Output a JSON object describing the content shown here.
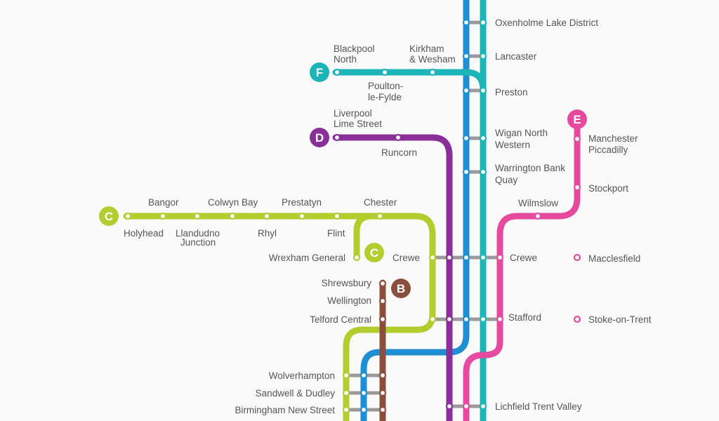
{
  "colors": {
    "blue": "#1f8fd4",
    "teal": "#1cb4b6",
    "lime": "#b3cc2e",
    "purple": "#8a2e9a",
    "pink": "#e64a9e",
    "brown": "#8a4f3a",
    "connector": "#9a9a9a"
  },
  "badges": {
    "f": "F",
    "d": "D",
    "c1": "C",
    "c2": "C",
    "b": "B",
    "e": "E"
  },
  "stations": {
    "oxenholme": "Oxenholme Lake District",
    "lancaster": "Lancaster",
    "preston": "Preston",
    "wigan_1": "Wigan North",
    "wigan_2": "Western",
    "warrington_1": "Warrington Bank",
    "warrington_2": "Quay",
    "blackpool_1": "Blackpool",
    "blackpool_2": "North",
    "kirkham_1": "Kirkham",
    "kirkham_2": "& Wesham",
    "poulton_1": "Poulton-",
    "poulton_2": "le-Fylde",
    "liverpool_1": "Liverpool",
    "liverpool_2": "Lime Street",
    "runcorn": "Runcorn",
    "manchester_1": "Manchester",
    "manchester_2": "Piccadilly",
    "stockport": "Stockport",
    "wilmslow": "Wilmslow",
    "macclesfield": "Macclesfield",
    "stoke": "Stoke-on-Trent",
    "bangor": "Bangor",
    "colwyn": "Colwyn Bay",
    "prestatyn": "Prestatyn",
    "chester": "Chester",
    "holyhead": "Holyhead",
    "llandudno_1": "Llandudno",
    "llandudno_2": "Junction",
    "rhyl": "Rhyl",
    "flint": "Flint",
    "wrexham": "Wrexham General",
    "crewe_left": "Crewe",
    "crewe_right": "Crewe",
    "stafford": "Stafford",
    "shrewsbury": "Shrewsbury",
    "wellington": "Wellington",
    "telford": "Telford Central",
    "wolverhampton": "Wolverhampton",
    "sandwell": "Sandwell & Dudley",
    "birmingham": "Birmingham New Street",
    "lichfield": "Lichfield Trent Valley"
  }
}
